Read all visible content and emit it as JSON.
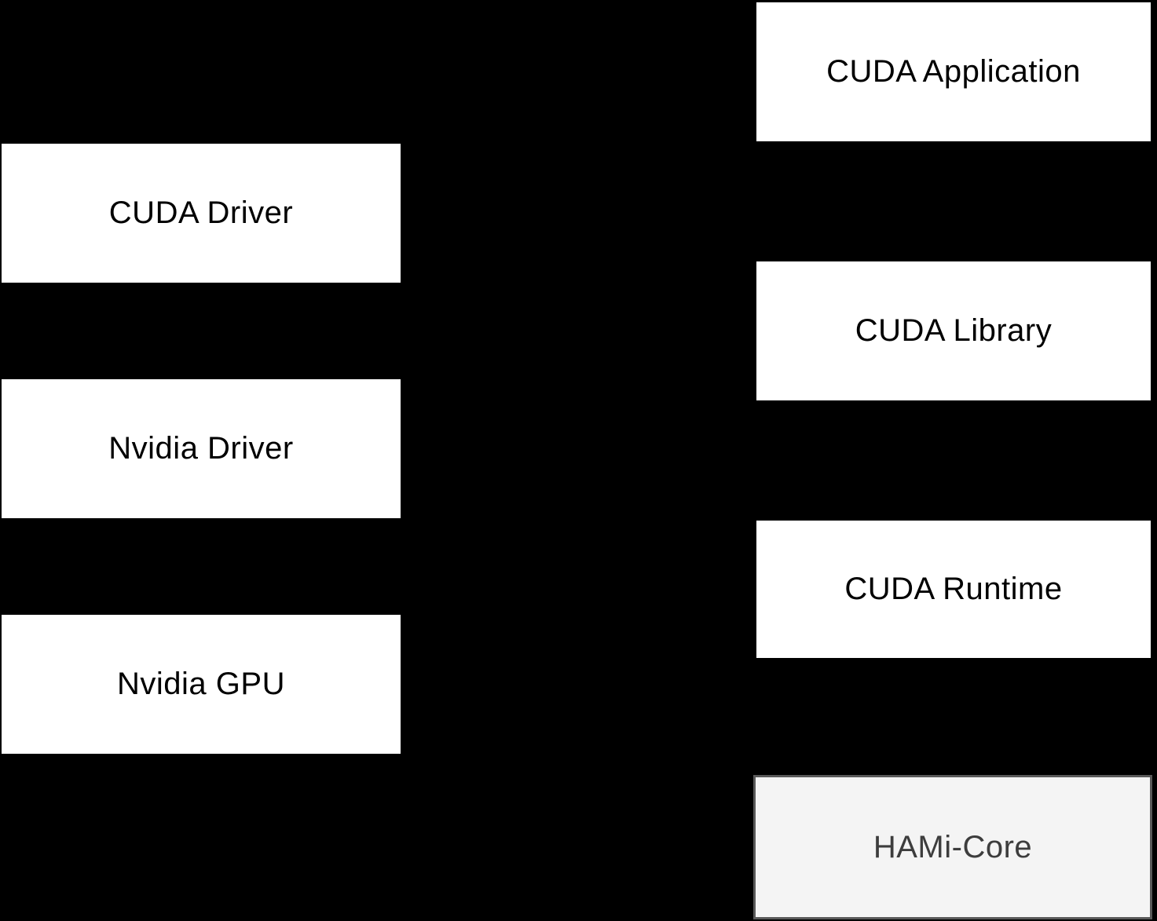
{
  "diagram": {
    "background_color": "#000000",
    "nodes": [
      {
        "id": "cuda-application",
        "label": "CUDA Application",
        "column": "right",
        "style": "plain"
      },
      {
        "id": "cuda-driver",
        "label": "CUDA Driver",
        "column": "left",
        "style": "plain"
      },
      {
        "id": "cuda-library",
        "label": "CUDA Library",
        "column": "right",
        "style": "plain"
      },
      {
        "id": "nvidia-driver",
        "label": "Nvidia Driver",
        "column": "left",
        "style": "plain"
      },
      {
        "id": "cuda-runtime",
        "label": "CUDA Runtime",
        "column": "right",
        "style": "plain"
      },
      {
        "id": "nvidia-gpu",
        "label": "Nvidia GPU",
        "column": "left",
        "style": "plain"
      },
      {
        "id": "hami-core",
        "label": "HAMi-Core",
        "column": "right",
        "style": "highlighted"
      }
    ],
    "colors": {
      "node_fill": "#ffffff",
      "node_text": "#000000",
      "hami_core_fill": "#f4f4f4",
      "hami_core_border": "#595959",
      "hami_core_text": "#3d3d3d"
    }
  }
}
